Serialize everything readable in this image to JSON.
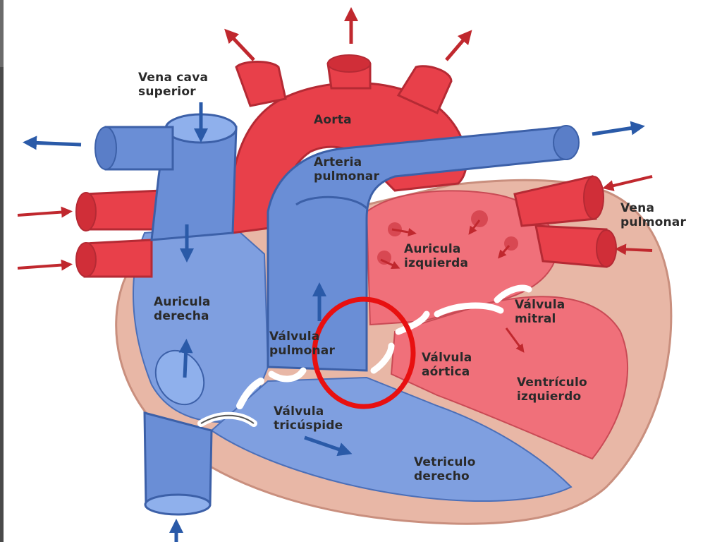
{
  "labels": {
    "vena_cava_superior": [
      "Vena cava",
      "superior"
    ],
    "aorta": [
      "Aorta"
    ],
    "arteria_pulmonar": [
      "Arteria",
      "pulmonar"
    ],
    "vena_pulmonar": [
      "Vena",
      "pulmonar"
    ],
    "auricula_izquierda": [
      "Auricula",
      "izquierda"
    ],
    "auricula_derecha": [
      "Auricula",
      "derecha"
    ],
    "valvula_mitral": [
      "Válvula",
      "mitral"
    ],
    "valvula_pulmonar": [
      "Válvula",
      "pulmonar"
    ],
    "valvula_aortica": [
      "Válvula",
      "aórtica"
    ],
    "ventriculo_izquierdo": [
      "Ventrículo",
      "izquierdo"
    ],
    "valvula_tricuspide": [
      "Válvula",
      "tricúspide"
    ],
    "vetriculo_derecho": [
      "Vetriculo",
      "derecho"
    ]
  },
  "colors": {
    "oxygenated": "#e8404a",
    "deoxygenated": "#5a7ec8",
    "muscle": "#e8b7a6",
    "highlight_circle": "#e81010"
  }
}
